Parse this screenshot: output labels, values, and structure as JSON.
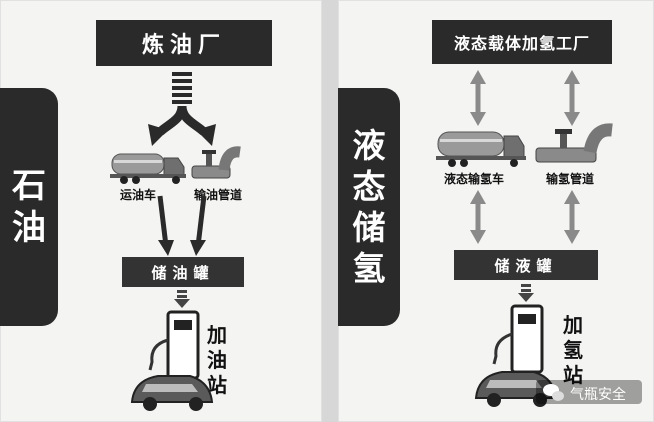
{
  "petroleum": {
    "side_label": [
      "石",
      "油"
    ],
    "refinery": "炼油厂",
    "truck_label": "运油车",
    "pipeline_label": "输油管道",
    "tank_label": "储油罐",
    "station_label": [
      "加",
      "油",
      "站"
    ]
  },
  "hydrogen": {
    "side_label": [
      "液",
      "态",
      "储",
      "氢"
    ],
    "factory": "液态载体加氢工厂",
    "truck_label": "液态输氢车",
    "pipeline_label": "输氢管道",
    "tank_label": "储液罐",
    "station_label": [
      "加",
      "氢",
      "站"
    ]
  },
  "watermark": "气瓶安全",
  "colors": {
    "dark": "#2a2a2a",
    "panel": "#f4f4f2",
    "arrow_grey": "#8a8a8a"
  }
}
